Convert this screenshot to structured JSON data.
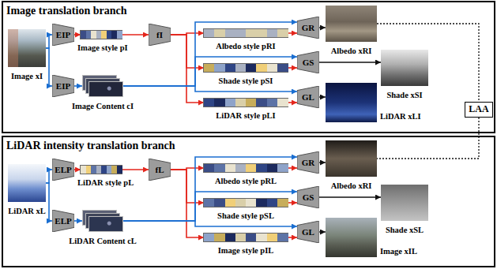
{
  "diagram": {
    "nodes": [
      {
        "text": [
          "Image translation branch"
        ]
      },
      {
        "text": [
          "Image xI"
        ],
        "in": 0
      },
      {
        "text": [
          "EIP"
        ],
        "in": 0
      },
      {
        "text": [
          "EIP"
        ],
        "in": 0
      },
      {
        "text": [
          "Image style pI"
        ],
        "in": 0
      },
      {
        "text": [
          "Image Content cI"
        ],
        "in": 0
      },
      {
        "text": [
          "fI"
        ],
        "in": 0
      },
      {
        "text": [
          "Albedo style pRI"
        ],
        "in": 0
      },
      {
        "text": [
          "Shade style pSI"
        ],
        "in": 0
      },
      {
        "text": [
          "LiDAR style pLI"
        ],
        "in": 0
      },
      {
        "text": [
          "GR"
        ],
        "in": 0
      },
      {
        "text": [
          "GS"
        ],
        "in": 0
      },
      {
        "text": [
          "GL"
        ],
        "in": 0
      },
      {
        "text": [
          "Albedo xRI"
        ],
        "in": 0
      },
      {
        "text": [
          "Shade xSI"
        ],
        "in": 0
      },
      {
        "text": [
          "LiDAR xLI"
        ],
        "in": 0
      },
      {
        "text": [
          "LAA"
        ]
      },
      {
        "text": [
          "LiDAR intensity translation branch"
        ]
      },
      {
        "text": [
          "LiDAR xL"
        ],
        "in": 17
      },
      {
        "text": [
          "ELP"
        ],
        "in": 17
      },
      {
        "text": [
          "ELP"
        ],
        "in": 17
      },
      {
        "text": [
          "LiDAR style pL"
        ],
        "in": 17
      },
      {
        "text": [
          "LiDAR Content cL"
        ],
        "in": 17
      },
      {
        "text": [
          "fL"
        ],
        "in": 17
      },
      {
        "text": [
          "Albedo style pRL"
        ],
        "in": 17
      },
      {
        "text": [
          "Shade style pSL"
        ],
        "in": 17
      },
      {
        "text": [
          "Image style pIL"
        ],
        "in": 17
      },
      {
        "text": [
          "GR"
        ],
        "in": 17
      },
      {
        "text": [
          "GS"
        ],
        "in": 17
      },
      {
        "text": [
          "GL"
        ],
        "in": 17
      },
      {
        "text": [
          "Albedo xRI"
        ],
        "in": 17
      },
      {
        "text": [
          "Shade xSL"
        ],
        "in": 17
      },
      {
        "text": [
          "Image xIL"
        ],
        "in": 17
      }
    ],
    "edges": [
      {
        "from": 1,
        "to": 2,
        "arrow": "to"
      },
      {
        "from": 1,
        "to": 3,
        "arrow": "to"
      },
      {
        "from": 2,
        "to": 4,
        "arrow": "to"
      },
      {
        "from": 3,
        "to": 5,
        "arrow": "to"
      },
      {
        "from": 4,
        "to": 6,
        "arrow": "to"
      },
      {
        "from": 6,
        "to": 7,
        "arrow": "to"
      },
      {
        "from": 6,
        "to": 8,
        "arrow": "to"
      },
      {
        "from": 6,
        "to": 9,
        "arrow": "to"
      },
      {
        "from": 5,
        "to": 10,
        "arrow": "to"
      },
      {
        "from": 5,
        "to": 11,
        "arrow": "to"
      },
      {
        "from": 5,
        "to": 12,
        "arrow": "to"
      },
      {
        "from": 7,
        "to": 10,
        "arrow": "to"
      },
      {
        "from": 8,
        "to": 11,
        "arrow": "to"
      },
      {
        "from": 9,
        "to": 12,
        "arrow": "to"
      },
      {
        "from": 10,
        "to": 13,
        "arrow": "to"
      },
      {
        "from": 11,
        "to": 14,
        "arrow": "to"
      },
      {
        "from": 12,
        "to": 15,
        "arrow": "to"
      },
      {
        "from": 18,
        "to": 19,
        "arrow": "to"
      },
      {
        "from": 18,
        "to": 20,
        "arrow": "to"
      },
      {
        "from": 19,
        "to": 21,
        "arrow": "to"
      },
      {
        "from": 20,
        "to": 22,
        "arrow": "to"
      },
      {
        "from": 21,
        "to": 23,
        "arrow": "to"
      },
      {
        "from": 23,
        "to": 24,
        "arrow": "to"
      },
      {
        "from": 23,
        "to": 25,
        "arrow": "to"
      },
      {
        "from": 23,
        "to": 26,
        "arrow": "to"
      },
      {
        "from": 22,
        "to": 27,
        "arrow": "to"
      },
      {
        "from": 22,
        "to": 28,
        "arrow": "to"
      },
      {
        "from": 22,
        "to": 29,
        "arrow": "to"
      },
      {
        "from": 24,
        "to": 27,
        "arrow": "to"
      },
      {
        "from": 25,
        "to": 28,
        "arrow": "to"
      },
      {
        "from": 26,
        "to": 29,
        "arrow": "to"
      },
      {
        "from": 27,
        "to": 30,
        "arrow": "to"
      },
      {
        "from": 28,
        "to": 31,
        "arrow": "to"
      },
      {
        "from": 29,
        "to": 32,
        "arrow": "to"
      },
      {
        "from": 13,
        "to": 16,
        "arrow": "none"
      },
      {
        "from": 16,
        "to": 30,
        "arrow": "none"
      }
    ]
  }
}
